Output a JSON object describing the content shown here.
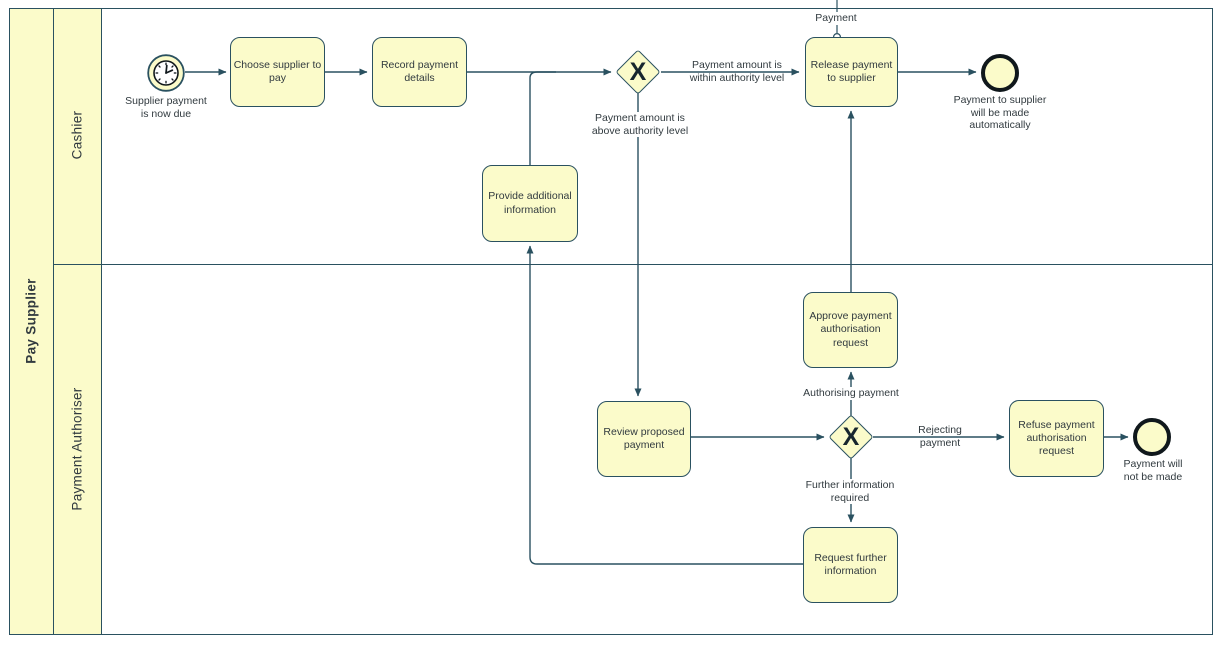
{
  "pool": {
    "title": "Pay Supplier"
  },
  "lanes": [
    {
      "label": "Cashier"
    },
    {
      "label": "Payment Authoriser"
    }
  ],
  "events": {
    "start": {
      "label": "Supplier payment is now due",
      "icon": "timer-clock-icon"
    },
    "end_automatic": {
      "label": "Payment to supplier will be made automatically"
    },
    "end_refused": {
      "label": "Payment will not be made"
    }
  },
  "tasks": {
    "choose_supplier": "Choose supplier to pay",
    "record_details": "Record payment details",
    "release_payment": "Release payment to supplier",
    "provide_info": "Provide additional information",
    "approve_request": "Approve payment authorisation request",
    "review_payment": "Review proposed payment",
    "refuse_request": "Refuse payment authorisation request",
    "request_info": "Request further information"
  },
  "gateways": {
    "authority_check": {
      "marker": "X"
    },
    "authorisation_decision": {
      "marker": "X"
    }
  },
  "flow_labels": {
    "within_authority": "Payment amount is within authority level",
    "above_authority": "Payment amount is above authority level",
    "authorising": "Authorising payment",
    "rejecting": "Rejecting payment",
    "further_info_required": "Further information required",
    "payment_message": "Payment"
  },
  "colors": {
    "shape_fill": "#fbfbca",
    "shape_stroke": "#2a5160",
    "line": "#2a5160",
    "text": "#313a3f",
    "gateway_marker": "#17262e",
    "end_stroke": "#10181c",
    "bg": "#ffffff"
  }
}
